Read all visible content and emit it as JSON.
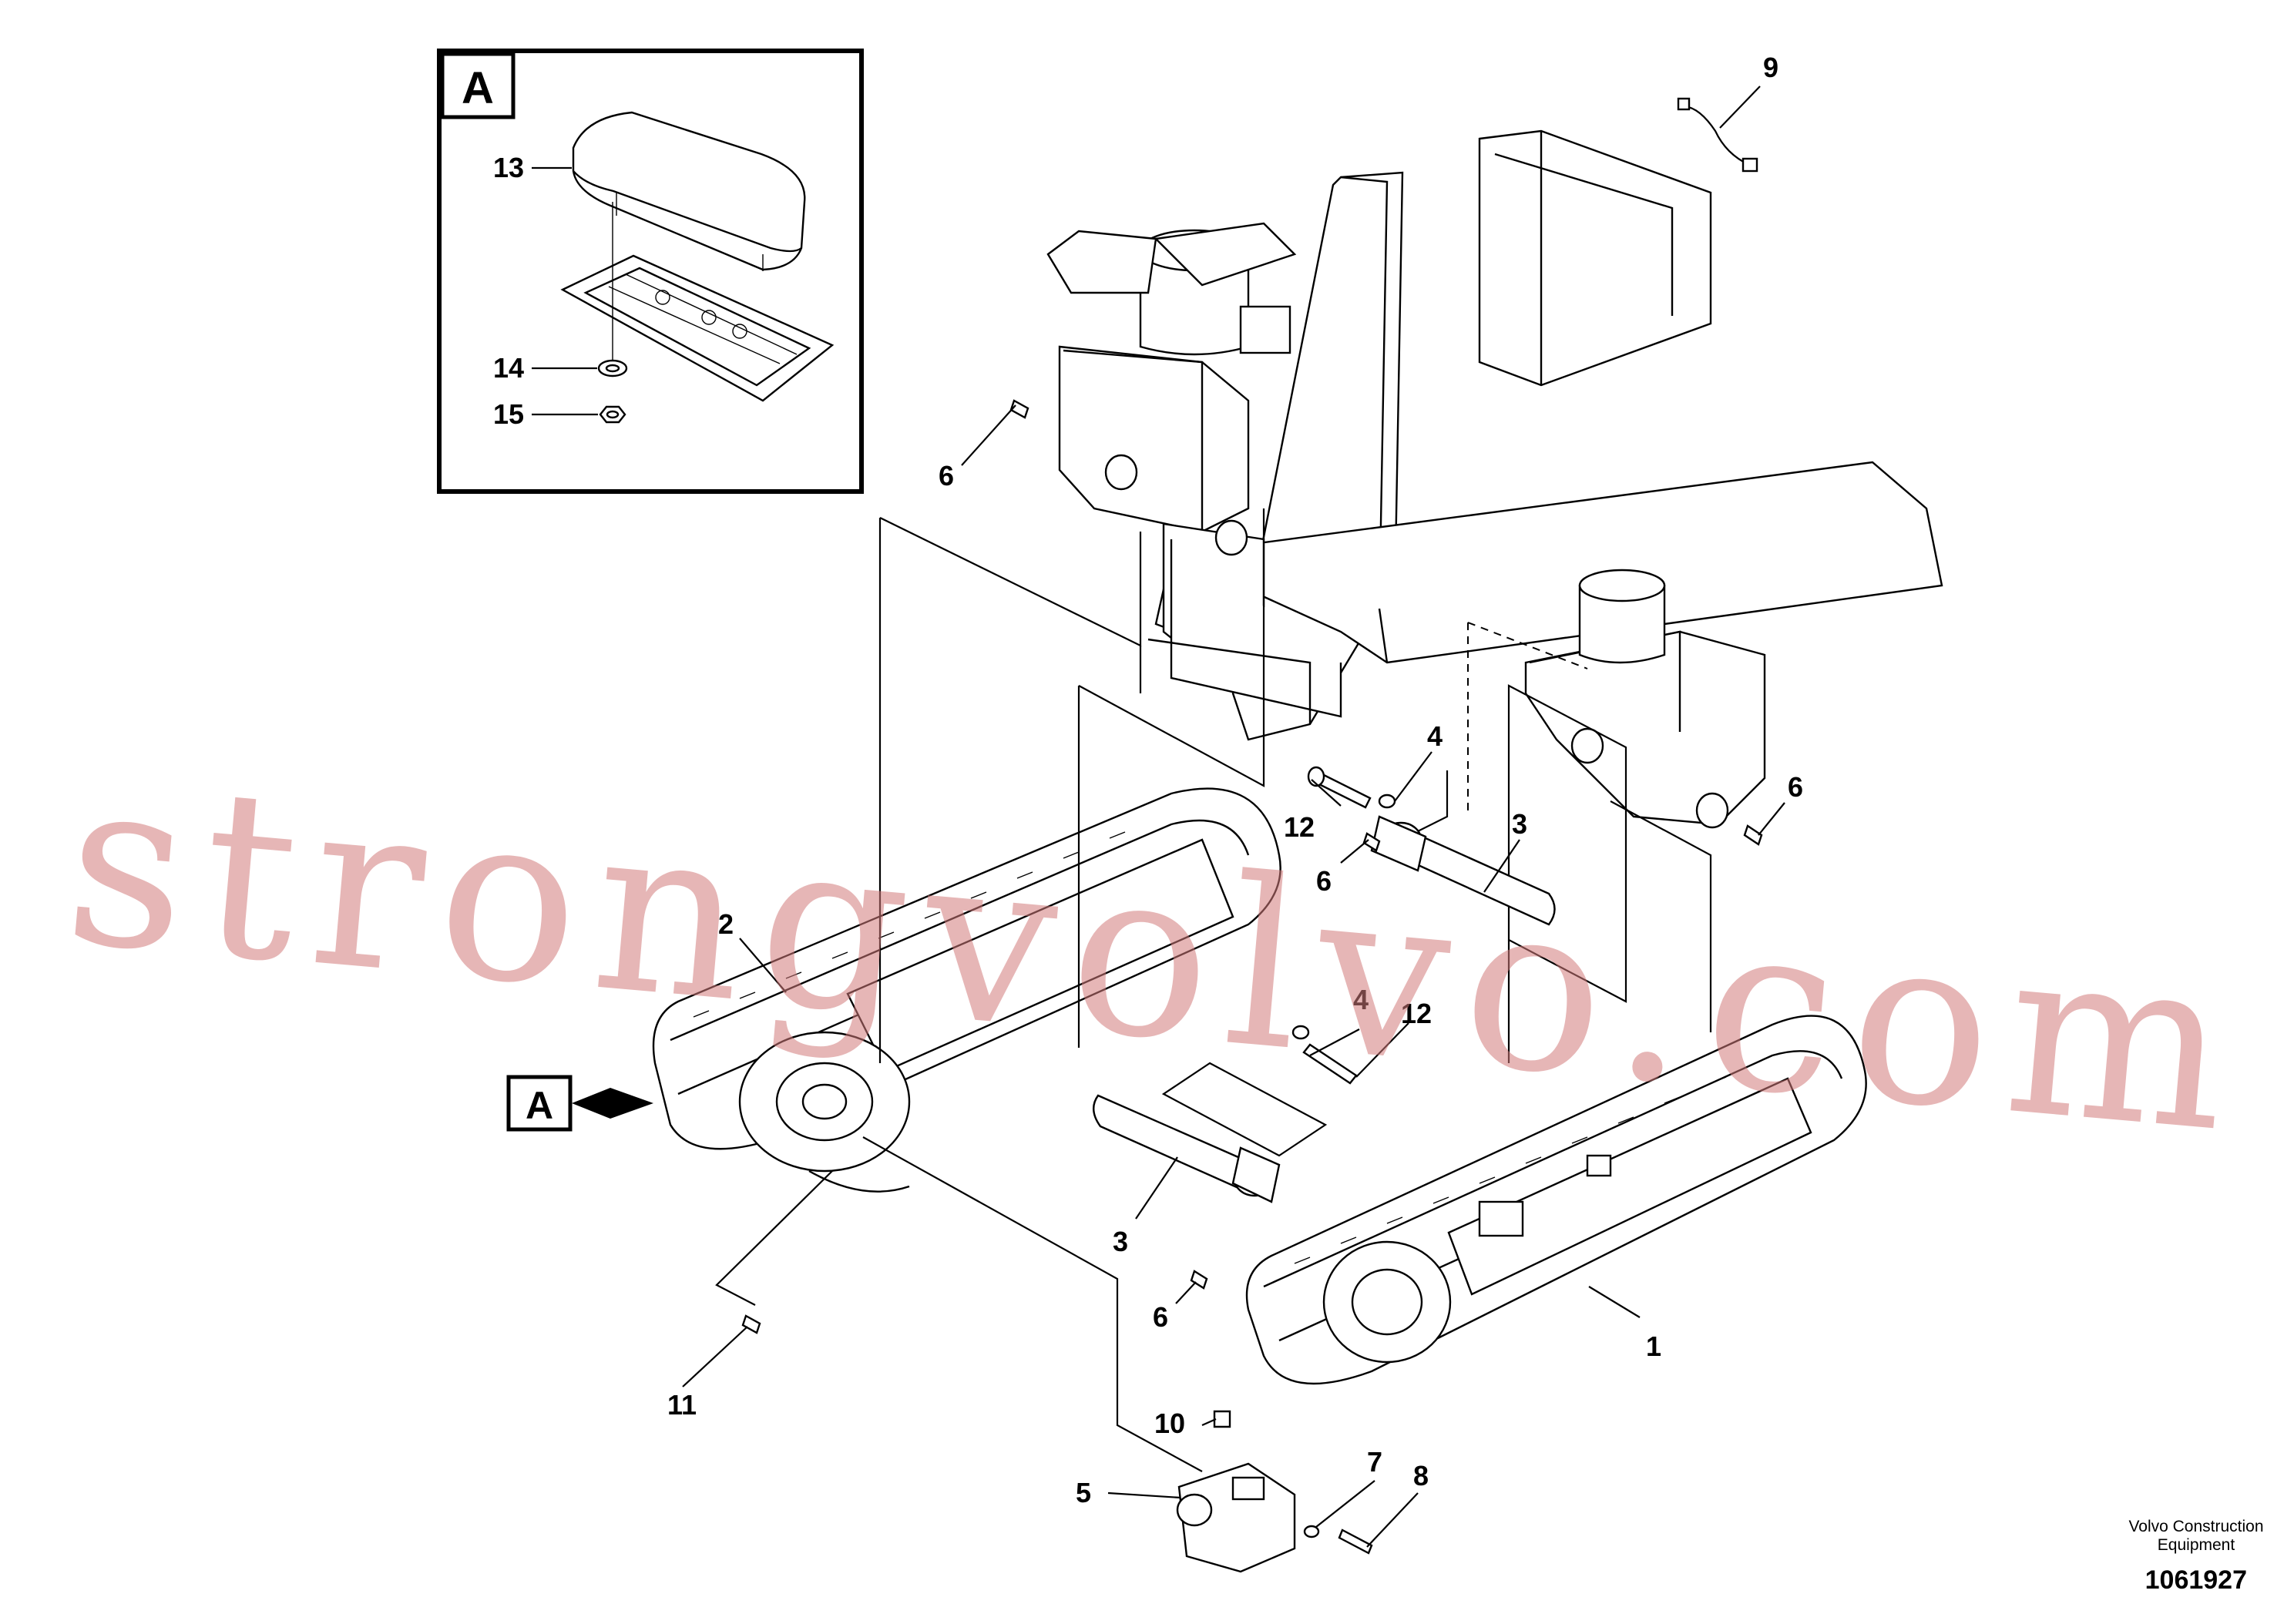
{
  "inset": {
    "label": "A",
    "callouts": [
      "13",
      "14",
      "15"
    ]
  },
  "detail_marker": {
    "label": "A"
  },
  "callouts": {
    "c1": "1",
    "c2": "2",
    "c3a": "3",
    "c3b": "3",
    "c4a": "4",
    "c4b": "4",
    "c5": "5",
    "c6a": "6",
    "c6b": "6",
    "c6c": "6",
    "c6d": "6",
    "c7": "7",
    "c8": "8",
    "c9": "9",
    "c10": "10",
    "c11": "11",
    "c12a": "12",
    "c12b": "12"
  },
  "footer": {
    "maker_line1": "Volvo Construction",
    "maker_line2": "Equipment",
    "doc_number": "1061927"
  },
  "watermark": "strongvolvo.com"
}
